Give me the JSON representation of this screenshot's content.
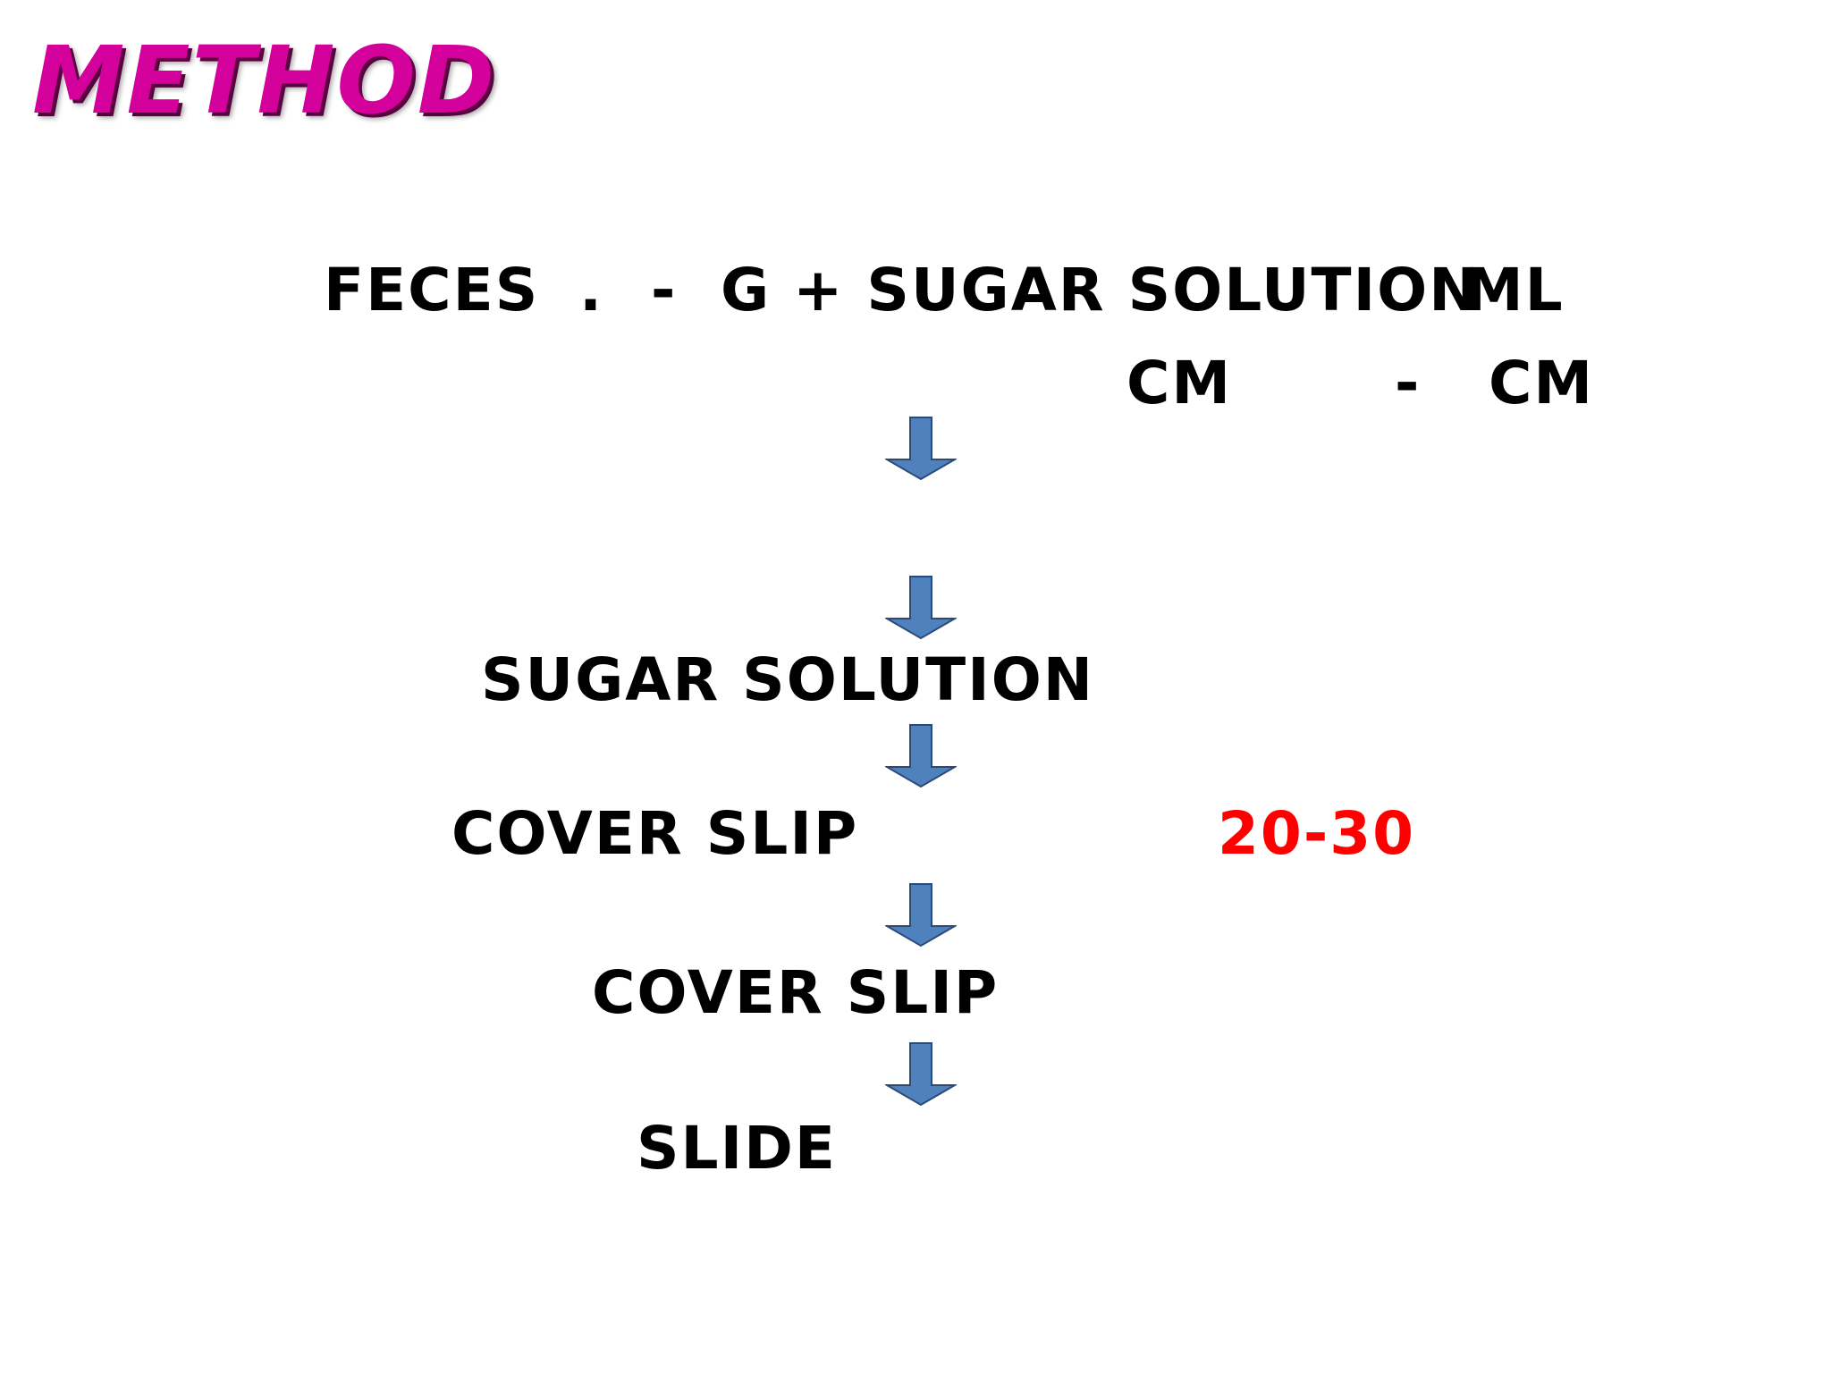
{
  "title": "METHOD",
  "colors": {
    "title": "#d4009b",
    "arrow": "#4f81bd",
    "highlight": "#ff0000"
  },
  "lines": {
    "feces": "FECES",
    "dot": ".",
    "dash1": "-",
    "g_sugar_solution": "G + SUGAR SOLUTION",
    "ml": "ML",
    "cm1": "CM",
    "dash2": "-",
    "cm2": "CM",
    "sugar_solution": "SUGAR SOLUTION",
    "cover_slip_1": "COVER SLIP",
    "time_range": "20-30",
    "cover_slip_2": "COVER SLIP",
    "slide": "SLIDE"
  },
  "icons": [
    "down-arrow-icon"
  ]
}
